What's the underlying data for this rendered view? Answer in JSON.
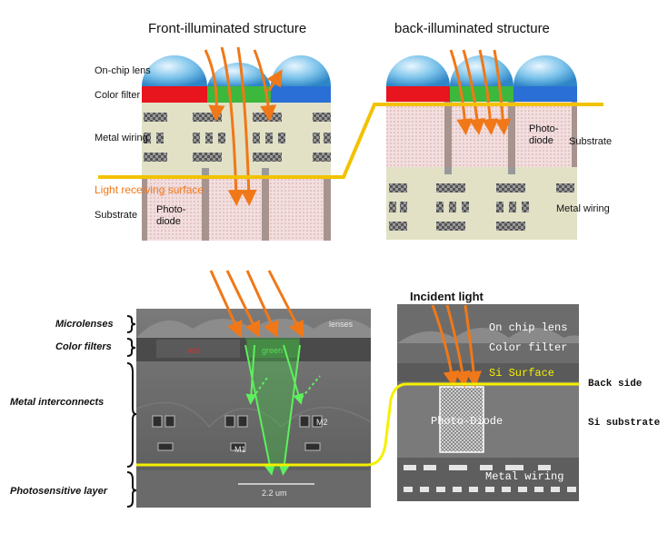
{
  "top": {
    "front_title": "Front-illuminated structure",
    "back_title": "back-illuminated structure",
    "front_labels": {
      "lens": "On-chip lens",
      "filter": "Color filter",
      "wiring": "Metal wiring",
      "surface": "Light receiving surface",
      "substrate": "Substrate",
      "photodiode_1": "Photo-",
      "photodiode_2": "diode"
    },
    "back_labels": {
      "photodiode_1": "Photo-",
      "photodiode_2": "diode",
      "substrate": "Substrate",
      "wiring": "Metal wiring"
    }
  },
  "bottom_left": {
    "labels": {
      "microlenses": "Microlenses",
      "color_filters": "Color filters",
      "metal": "Metal interconnects",
      "photo_layer": "Photosensitive layer"
    },
    "sem_text": {
      "lenses": "lenses",
      "red": "red",
      "green": "green",
      "m2": "M2",
      "m1": "M1",
      "scale": "2.2 um"
    }
  },
  "bottom_right": {
    "incident": "Incident light",
    "lens": "On chip lens",
    "filter": "Color filter",
    "surface": "Si Surface",
    "photodiode": "Photo-Diode",
    "wiring": "Metal wiring",
    "back_side": "Back side",
    "si_substrate": "Si substrate"
  },
  "colors": {
    "orange": "#f07818",
    "yellow_line": "#f2c200",
    "red": "#e8141e",
    "green": "#3cb83c",
    "blue": "#2a6fd6"
  }
}
